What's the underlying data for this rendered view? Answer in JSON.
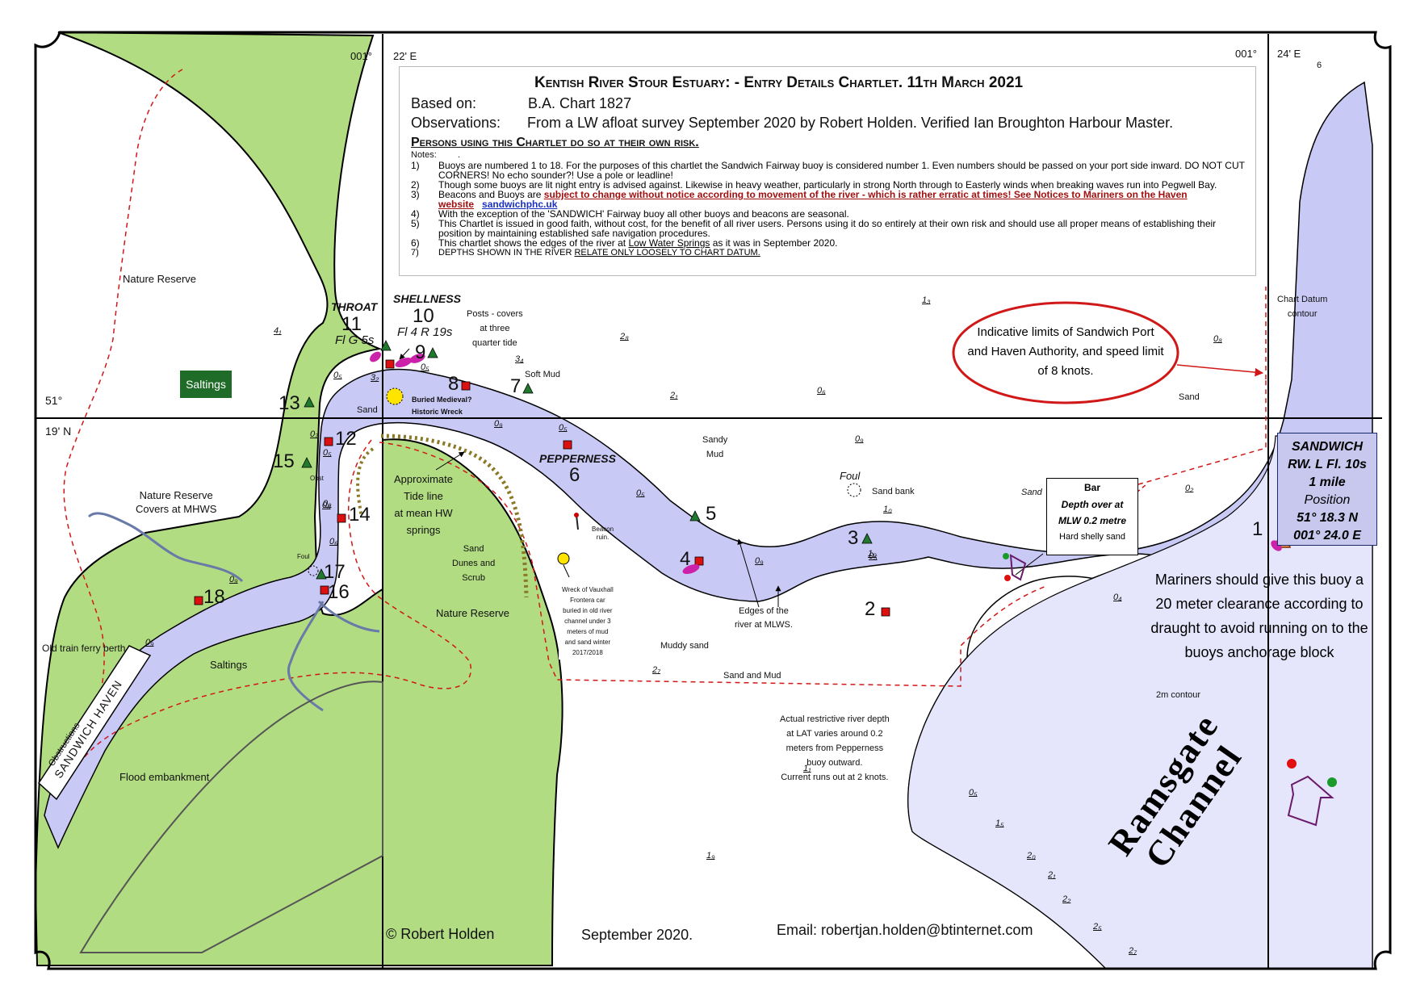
{
  "colors": {
    "land": "#b2dc82",
    "water": "#c9c9f5",
    "sand": "#ffffff",
    "redBuoy": "#dc1010",
    "greenBuoy": "#1f7a2e",
    "pinkBuoy": "#cc22aa",
    "boundary": "#d01818",
    "tideline": "#8a7a28"
  },
  "header": {
    "title": "Kentish River Stour Estuary: - Entry Details Chartlet.  11th March 2021",
    "based_on_label": "Based on:",
    "based_on_value": "B.A. Chart 1827",
    "observations_label": "Observations:",
    "observations_value": "From a LW afloat survey September 2020 by Robert Holden.  Verified Ian Broughton Harbour Master.",
    "risk_warning": "Persons using this Chartlet do so at their own risk.",
    "notes_label": "Notes:",
    "notes_trailing": "."
  },
  "notes": [
    {
      "num": "1)",
      "text": "Buoys are numbered 1 to 18.  For the purposes of this chartlet the Sandwich Fairway buoy is considered number 1.  Even numbers should be passed on your port side inward.   DO NOT CUT CORNERS!  No echo sounder?!  Use a pole or leadline!"
    },
    {
      "num": "2)",
      "text": "Though some buoys are lit night entry is advised against.   Likewise in heavy weather, particularly in strong North through to Easterly winds when breaking waves run into Pegwell Bay."
    },
    {
      "num": "3)",
      "text_before": "Beacons and Buoys are ",
      "text_red": "subject to change without notice according to movement of the river - which is rather erratic at times!  See Notices to Mariners on the Haven website",
      "text_blue": "sandwichphc.uk"
    },
    {
      "num": "4)",
      "text": "With the exception of the 'SANDWICH' Fairway buoy all other buoys and beacons are seasonal."
    },
    {
      "num": "5)",
      "text": "This Chartlet is issued in good faith, without cost, for the benefit of all river users.  Persons using it do so entirely at their own risk and should use all  proper means of establishing their position by maintaining established safe navigation procedures."
    },
    {
      "num": "6)",
      "text_before": "This chartlet shows the edges of the river at ",
      "text_u": "Low Water Springs",
      "text_after": " as it was in September 2020."
    },
    {
      "num": "7)",
      "text_before": "DEPTHS SHOWN IN THE RIVER ",
      "text_u": "RELATE ONLY LOOSELY TO CHART DATUM."
    }
  ],
  "grid": {
    "lon_left_deg": "001°",
    "lon_left_min": "22' E",
    "lon_right_deg": "001°",
    "lon_right_min": "24' E",
    "lon_right_extra": "6",
    "lat_deg": "51°",
    "lat_min": "19' N"
  },
  "buoys": [
    {
      "id": "1",
      "label": "1",
      "type": "pink"
    },
    {
      "id": "2",
      "label": "2",
      "type": "red"
    },
    {
      "id": "3",
      "label": "3",
      "type": "green"
    },
    {
      "id": "4",
      "label": "4",
      "type": "red"
    },
    {
      "id": "5",
      "label": "5",
      "type": "green"
    },
    {
      "id": "6",
      "label": "6",
      "type": "red"
    },
    {
      "id": "7",
      "label": "7",
      "type": "green"
    },
    {
      "id": "8",
      "label": "8",
      "type": "red"
    },
    {
      "id": "9",
      "label": "9",
      "type": "green"
    },
    {
      "id": "10",
      "label": "10",
      "type": "red"
    },
    {
      "id": "11",
      "label": "11",
      "type": "green"
    },
    {
      "id": "12",
      "label": "12",
      "type": "red"
    },
    {
      "id": "13",
      "label": "13",
      "type": "green"
    },
    {
      "id": "14",
      "label": "14",
      "type": "red"
    },
    {
      "id": "15",
      "label": "15",
      "type": "green"
    },
    {
      "id": "16",
      "label": "16",
      "type": "red"
    },
    {
      "id": "17",
      "label": "17",
      "type": "green"
    },
    {
      "id": "18",
      "label": "18",
      "type": "red"
    }
  ],
  "places": {
    "throat": "THROAT",
    "throat_light": "Fl G 5s",
    "shellness": "SHELLNESS",
    "shellness_light": "Fl 4 R 19s",
    "pepperness": "PEPPERNESS",
    "nature_reserve": "Nature Reserve",
    "nature_reserve_2": "Nature Reserve",
    "saltings": "Saltings",
    "saltings_2": "Saltings",
    "flood_embankment": "Flood embankment",
    "nature_reserve_mhws": "Nature Reserve\nCovers at MHWS",
    "sandwich_haven": "SANDWICH HAVEN",
    "obstructions": "Obstructions",
    "old_train": "Old train ferry berth",
    "posts": "Posts - covers\nat three\nquarter tide",
    "soft_mud": "Soft Mud",
    "sand_1": "Sand",
    "sand_2": "Sand",
    "sand_3": "Sand",
    "buried_wreck": "Buried Medieval?\nHistoric Wreck",
    "tide_line": "Approximate\nTide line\nat mean HW\nsprings",
    "sand_dunes": "Sand\nDunes and\nScrub",
    "beacon_ruin": "Beacon\nruin.",
    "vauxhall": "Wreck of Vauxhall\nFrontera car\nburied in old river\nchannel under 3\nmeters of mud\nand sand winter\n2017/2018",
    "sandy_mud": "Sandy\nMud",
    "muddy_sand": "Muddy sand",
    "sand_and_mud": "Sand and Mud",
    "edges_of_river": "Edges of the\nriver at MLWS.",
    "foul": "Foul",
    "foul_2": "Foul",
    "sand_bank": "Sand bank",
    "obst": "Obst",
    "chart_datum": "Chart Datum\ncontour",
    "two_m_contour": "2m contour",
    "restrictive_depth": "Actual restrictive river depth\nat LAT varies around 0.2\nmeters from Pepperness\nbuoy outward.\nCurrent runs out at 2 knots.",
    "ramsgate_1": "Ramsgate",
    "ramsgate_2": "Channel"
  },
  "bar_box": {
    "title": "Bar",
    "line1": "Depth over at",
    "line2": "MLW 0.2 metre",
    "line3": "Hard shelly sand"
  },
  "sandwich_box": {
    "name": "SANDWICH",
    "light": "RW. L Fl. 10s",
    "range": "1 mile",
    "position_label": "Position",
    "lat": "51° 18.3 N",
    "lon": "001° 24.0 E"
  },
  "oval_note": "Indicative limits of Sandwich Port and Haven Authority, and speed limit of 8 knots.",
  "mariners_note": "Mariners should give this buoy a 20 meter clearance according to draught to avoid running on to the buoys anchorage block",
  "depths": [
    "4₁",
    "1₃",
    "2₈",
    "3₄",
    "2₁",
    "0₆",
    "0₈",
    "0₅",
    "0₅",
    "3₂",
    "0₉",
    "0₅",
    "0₉",
    "0₇",
    "0₅",
    "0₉",
    "0₆",
    "0₉",
    "0₅",
    "0₉",
    "1₀",
    "0₅",
    "0₅",
    "1₀",
    "2₇",
    "0₂",
    "0₄",
    "1₁",
    "0₅",
    "1₅",
    "2₀",
    "2₁",
    "2₂",
    "2₅",
    "2₇",
    "1₉",
    "0₉"
  ],
  "footer": {
    "copyright": "©    Robert Holden",
    "date": "September 2020.",
    "email": "Email:  robertjan.holden@btinternet.com"
  }
}
